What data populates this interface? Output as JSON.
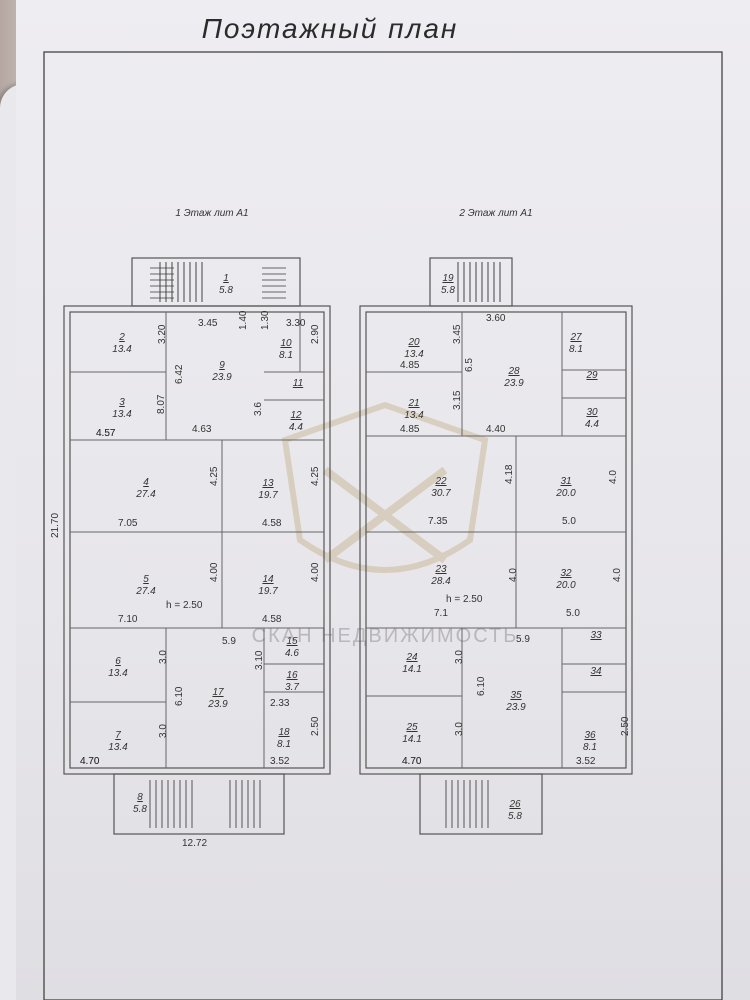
{
  "title": "Поэтажный план",
  "floors": [
    {
      "label": "1 Этаж лит А1"
    },
    {
      "label": "2 Этаж лит А1"
    }
  ],
  "watermark": "СКАН НЕДВИЖИМОСТЬ",
  "rooms": [
    {
      "n": "1",
      "a": "5.8"
    },
    {
      "n": "2",
      "a": "13.4"
    },
    {
      "n": "3",
      "a": "13.4"
    },
    {
      "n": "4",
      "a": "27.4"
    },
    {
      "n": "5",
      "a": "27.4"
    },
    {
      "n": "6",
      "a": "13.4"
    },
    {
      "n": "7",
      "a": "13.4"
    },
    {
      "n": "8",
      "a": "5.8"
    },
    {
      "n": "9",
      "a": "23.9"
    },
    {
      "n": "10",
      "a": "8.1"
    },
    {
      "n": "11",
      "a": ""
    },
    {
      "n": "12",
      "a": "4.4"
    },
    {
      "n": "13",
      "a": "19.7"
    },
    {
      "n": "14",
      "a": "19.7"
    },
    {
      "n": "15",
      "a": "4.6"
    },
    {
      "n": "16",
      "a": "3.7"
    },
    {
      "n": "17",
      "a": "23.9"
    },
    {
      "n": "18",
      "a": "8.1"
    },
    {
      "n": "19",
      "a": "5.8"
    },
    {
      "n": "20",
      "a": "13.4"
    },
    {
      "n": "21",
      "a": "13.4"
    },
    {
      "n": "22",
      "a": "30.7"
    },
    {
      "n": "23",
      "a": "28.4"
    },
    {
      "n": "24",
      "a": "14.1"
    },
    {
      "n": "25",
      "a": "14.1"
    },
    {
      "n": "26",
      "a": "5.8"
    },
    {
      "n": "27",
      "a": "8.1"
    },
    {
      "n": "28",
      "a": "23.9"
    },
    {
      "n": "29",
      "a": ""
    },
    {
      "n": "30",
      "a": "4.4"
    },
    {
      "n": "31",
      "a": "20.0"
    },
    {
      "n": "32",
      "a": "20.0"
    },
    {
      "n": "33",
      "a": ""
    },
    {
      "n": "34",
      "a": ""
    },
    {
      "n": "35",
      "a": "23.9"
    },
    {
      "n": "36",
      "a": "8.1"
    }
  ],
  "dimensions": [
    "3.45",
    "1.40",
    "1.30",
    "3.30",
    "2.90",
    "3.20",
    "4.57",
    "6.42",
    "8.07",
    "4.57",
    "4.63",
    "3.6",
    "4.25",
    "7.05",
    "4.25",
    "4.58",
    "4.00",
    "7.10",
    "4.00",
    "4.58",
    "h = 2.50",
    "5.9",
    "3.0",
    "4.70",
    "6.10",
    "3.10",
    "3.0",
    "4.70",
    "2.33",
    "2.50",
    "3.52",
    "21.70",
    "12.72",
    "3.60",
    "3.45",
    "4.85",
    "6.5",
    "3.15",
    "4.85",
    "4.40",
    "4.18",
    "7.35",
    "4.0",
    "5.0",
    "4.0",
    "7.1",
    "h = 2.50",
    "4.0",
    "5.0",
    "5.9",
    "3.0",
    "4.70",
    "6.10",
    "3.0",
    "4.70",
    "2.50",
    "3.52"
  ]
}
